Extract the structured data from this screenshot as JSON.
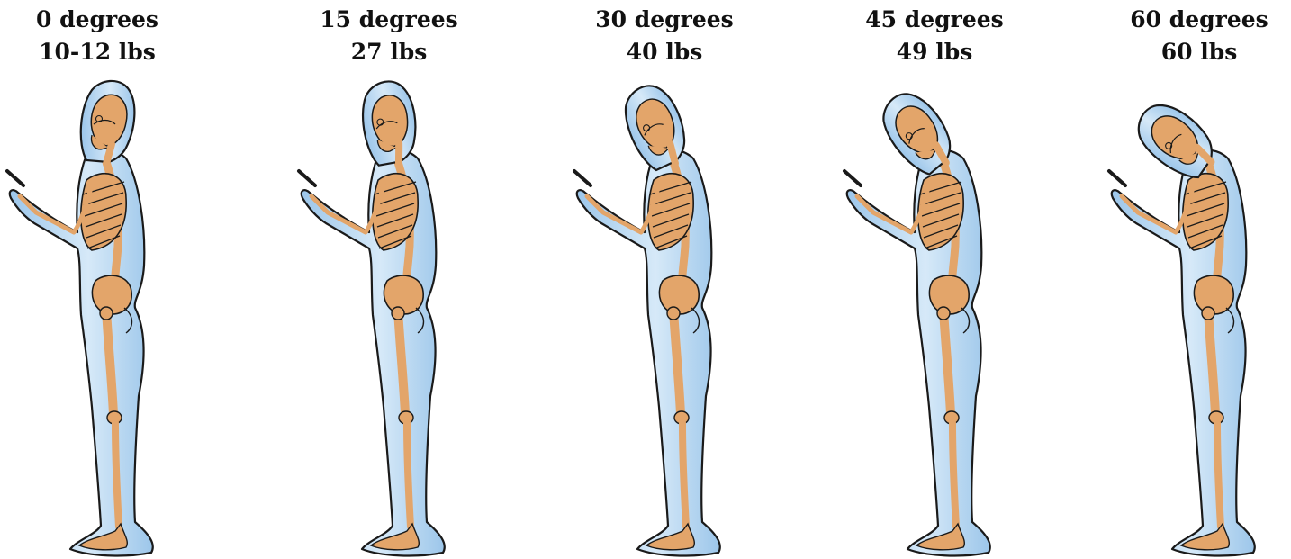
{
  "palette": {
    "body_fill": "#9cc6ea",
    "body_highlight": "#d6e9f8",
    "bone_fill": "#e3a56a",
    "bone_shadow": "#c9833f",
    "outline": "#1a1a1a"
  },
  "postures": [
    {
      "angle_text": "0 degrees",
      "weight_text": "10-12 lbs",
      "neck_tilt_degrees": 0
    },
    {
      "angle_text": "15 degrees",
      "weight_text": "27 lbs",
      "neck_tilt_degrees": 15
    },
    {
      "angle_text": "30 degrees",
      "weight_text": "40 lbs",
      "neck_tilt_degrees": 30
    },
    {
      "angle_text": "45 degrees",
      "weight_text": "49 lbs",
      "neck_tilt_degrees": 45
    },
    {
      "angle_text": "60 degrees",
      "weight_text": "60 lbs",
      "neck_tilt_degrees": 60
    }
  ]
}
